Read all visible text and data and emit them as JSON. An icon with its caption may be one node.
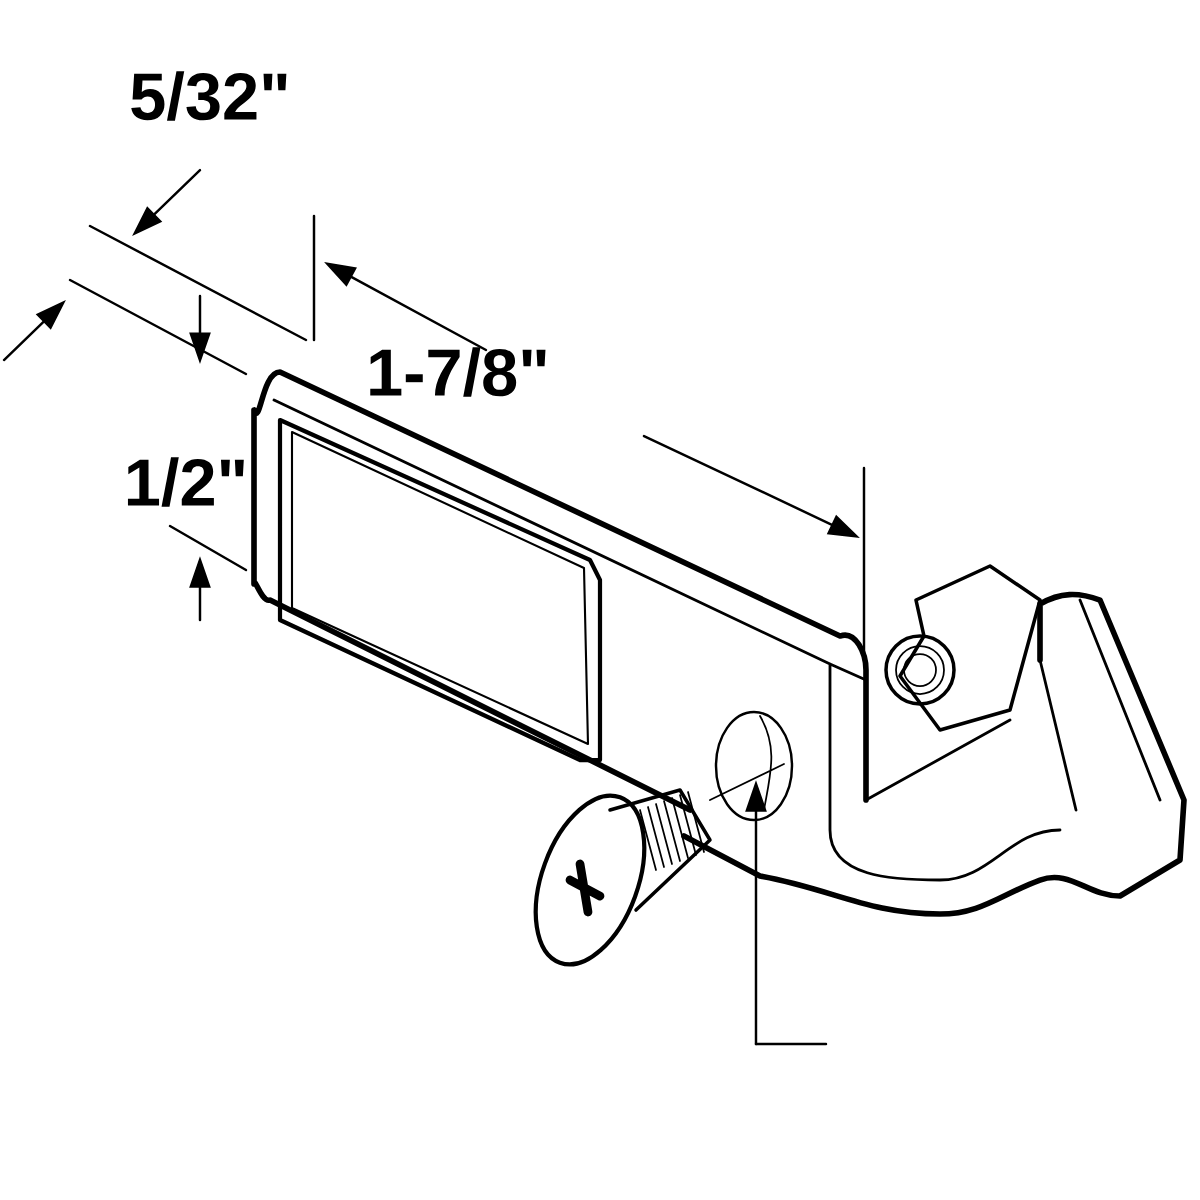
{
  "diagram": {
    "labels": [
      "5/32\"",
      "1-7/8\"",
      "1/2\""
    ]
  }
}
